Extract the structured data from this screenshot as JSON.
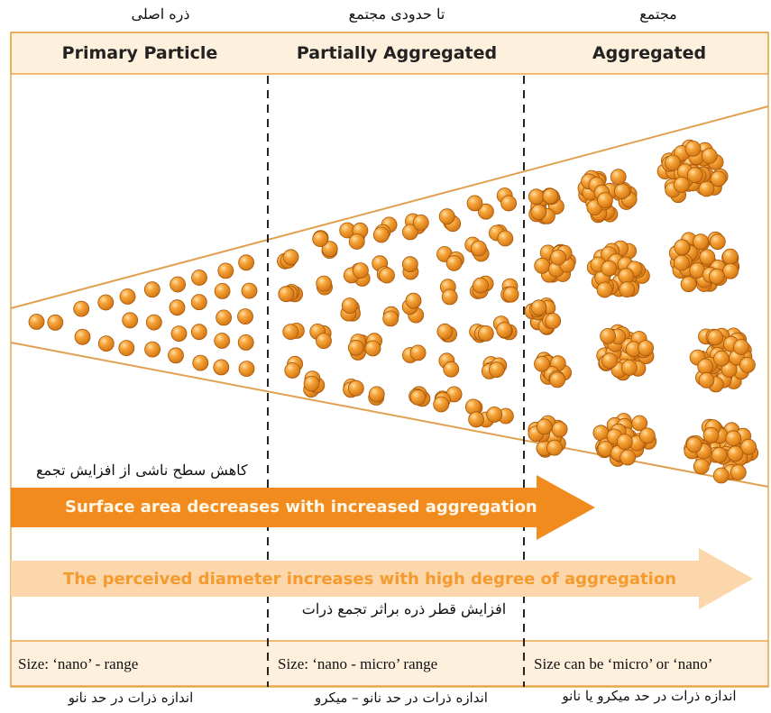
{
  "headers": {
    "primary_fa": "ذره اصلی",
    "partial_fa": "تا حدودی مجتمع",
    "aggregated_fa": "مجتمع",
    "primary_en": "Primary Particle",
    "partial_en": "Partially Aggregated",
    "aggregated_en": "Aggregated"
  },
  "arrows": {
    "surface_fa": "کاهش سطح ناشی از افزایش تجمع",
    "surface_en": "Surface area decreases with increased aggregation",
    "diameter_en": "The perceived diameter increases with high degree of aggregation",
    "diameter_fa": "افزایش قطر ذره براثر تجمع ذرات"
  },
  "sizes": {
    "nano_en": "Size: ‘nano’ - range",
    "nano_micro_en": "Size: ‘nano - micro’ range",
    "micro_or_nano_en": "Size can be ‘micro’ or ‘nano’",
    "nano_fa": "اندازه ذرات در حد نانو",
    "nano_micro_fa": "اندازه ذرات در حد نانو – میکرو",
    "micro_or_nano_fa": "اندازه ذرات در حد میکرو یا نانو"
  },
  "colors": {
    "band": "#fdf0dd",
    "frame": "#e8a84a",
    "particle": "#f2941f",
    "arrow_dark": "#f28b1e",
    "arrow_light": "#fbd7ab"
  }
}
